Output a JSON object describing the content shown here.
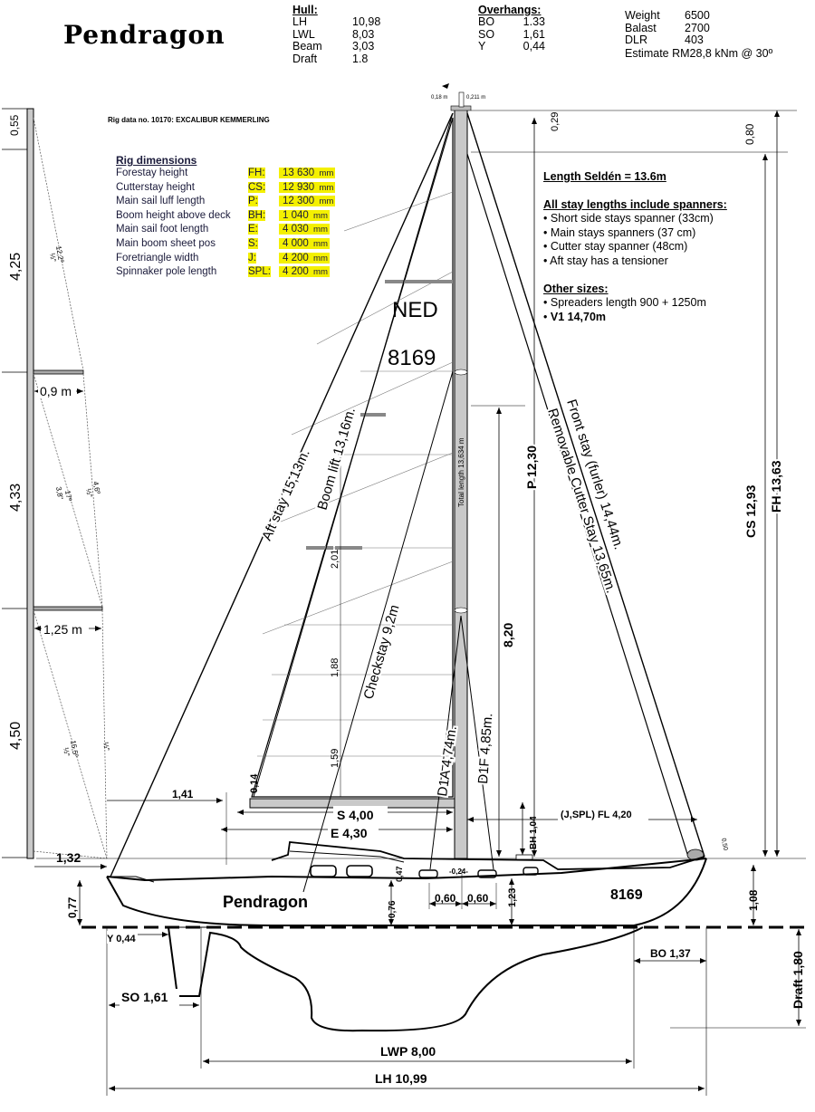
{
  "logo": {
    "text": "Pendragon"
  },
  "hull": {
    "title": "Hull:",
    "rows": [
      {
        "label": "LH",
        "value": "10,98"
      },
      {
        "label": "LWL",
        "value": "8,03"
      },
      {
        "label": "Beam",
        "value": "3,03"
      },
      {
        "label": "Draft",
        "value": "1.8"
      }
    ]
  },
  "overhangs": {
    "title": "Overhangs:",
    "rows": [
      {
        "label": "BO",
        "value": "1.33"
      },
      {
        "label": "SO",
        "value": "1,61"
      },
      {
        "label": "Y",
        "value": "0,44"
      }
    ]
  },
  "weight": {
    "rows": [
      {
        "label": "Weight",
        "value": "6500"
      },
      {
        "label": "Balast",
        "value": "2700"
      },
      {
        "label": "DLR",
        "value": "403"
      }
    ],
    "estimate": "Estimate RM28,8 kNm @ 30º"
  },
  "rig_data_no": "Rig data no. 10170:  EXCALIBUR KEMMERLING",
  "rig_dimensions": {
    "title": "Rig dimensions",
    "rows": [
      {
        "label": "Forestay height",
        "code": "FH:",
        "value": "13 630",
        "unit": "mm"
      },
      {
        "label": "Cutterstay height",
        "code": "CS:",
        "value": "12 930",
        "unit": "mm"
      },
      {
        "label": "Main sail luff length",
        "code": "P:",
        "value": "12 300",
        "unit": "mm"
      },
      {
        "label": "Boom height above deck",
        "code": "BH:",
        "value": "1 040",
        "unit": "mm"
      },
      {
        "label": "Main sail foot length",
        "code": "E:",
        "value": "4 030",
        "unit": "mm"
      },
      {
        "label": "Main boom sheet pos",
        "code": "S:",
        "value": "4 000",
        "unit": "mm"
      },
      {
        "label": "Foretriangle width",
        "code": "J:",
        "value": "4 200",
        "unit": "mm"
      },
      {
        "label": "Spinnaker pole length",
        "code": "SPL:",
        "value": "4 200",
        "unit": "mm"
      }
    ]
  },
  "notes": {
    "length_title": "Length Seldén = 13.6m",
    "stays_title": "All stay lengths include spanners:",
    "stays": [
      "Short side stays spanner (33cm)",
      "Main stays spanners (37 cm)",
      "Cutter stay spanner (48cm)",
      "Aft stay has a tensioner"
    ],
    "other_title": "Other sizes:",
    "other": [
      "Spreaders length 900 + 1250m",
      "V1 14,70m"
    ]
  },
  "mast_profile": {
    "segments": [
      "0,55",
      "4,25",
      "4,33",
      "4,50"
    ],
    "spreader_upper": "0,9 m",
    "spreader_lower": "1,25 m",
    "angles": [
      "12,2º",
      "17º",
      "4,6º",
      "15,5º"
    ],
    "fractions": [
      "½\"",
      "½\"",
      "½\"",
      "½\""
    ],
    "size_small": "3,8\""
  },
  "drawing": {
    "sail_no_country": "NED",
    "sail_no": "8169",
    "hull_sail_no": "8169",
    "hull_name": "Pendragon",
    "mast_label": "Total length 13,634 m",
    "top_left_dim": "0,18 m",
    "top_right_dim": "0,211 m",
    "dim_029": "0,29",
    "dim_080": "0,80",
    "p_label": "P 12,30",
    "cs_label": "CS 12,93",
    "fh_label": "FH 13,63",
    "dim_820": "8,20",
    "front_stay": "Front stay (furler) 14,44m.",
    "cutter_stay": "Removable Cutter Stay  13,65m.",
    "aft_stay": "Aft stay 15,13m.",
    "boom_lift": "Boom lift 13,16m.",
    "checkstay": "Checkstay 9,2m",
    "d1a": "D1A 4,74m.",
    "d1f": "D1F 4,85m.",
    "dim_201": "2,01",
    "dim_188": "1,88",
    "dim_159": "1,59",
    "dim_014": "0,14",
    "dim_141": "1,41",
    "dim_s": "S  4,00",
    "dim_e": "E  4,30",
    "dim_bh": "BH 1,04",
    "dim_fl": "(J,SPL) FL 4,20",
    "dim_050": "0,50",
    "dim_132": "1,32",
    "dim_077": "0,77",
    "dim_047": "0,47",
    "dim_024": "-0,24-",
    "dim_076": "0,76",
    "dim_060a": "0,60",
    "dim_060b": "0,60",
    "dim_123": "1,23",
    "dim_108": "1,08",
    "dim_y": "Y 0,44",
    "dim_bo": "BO 1,37",
    "dim_draft": "Draft 1,80",
    "dim_so": "SO 1,61",
    "dim_lwp": "LWP 8,00",
    "dim_lh": "LH  10,99"
  }
}
